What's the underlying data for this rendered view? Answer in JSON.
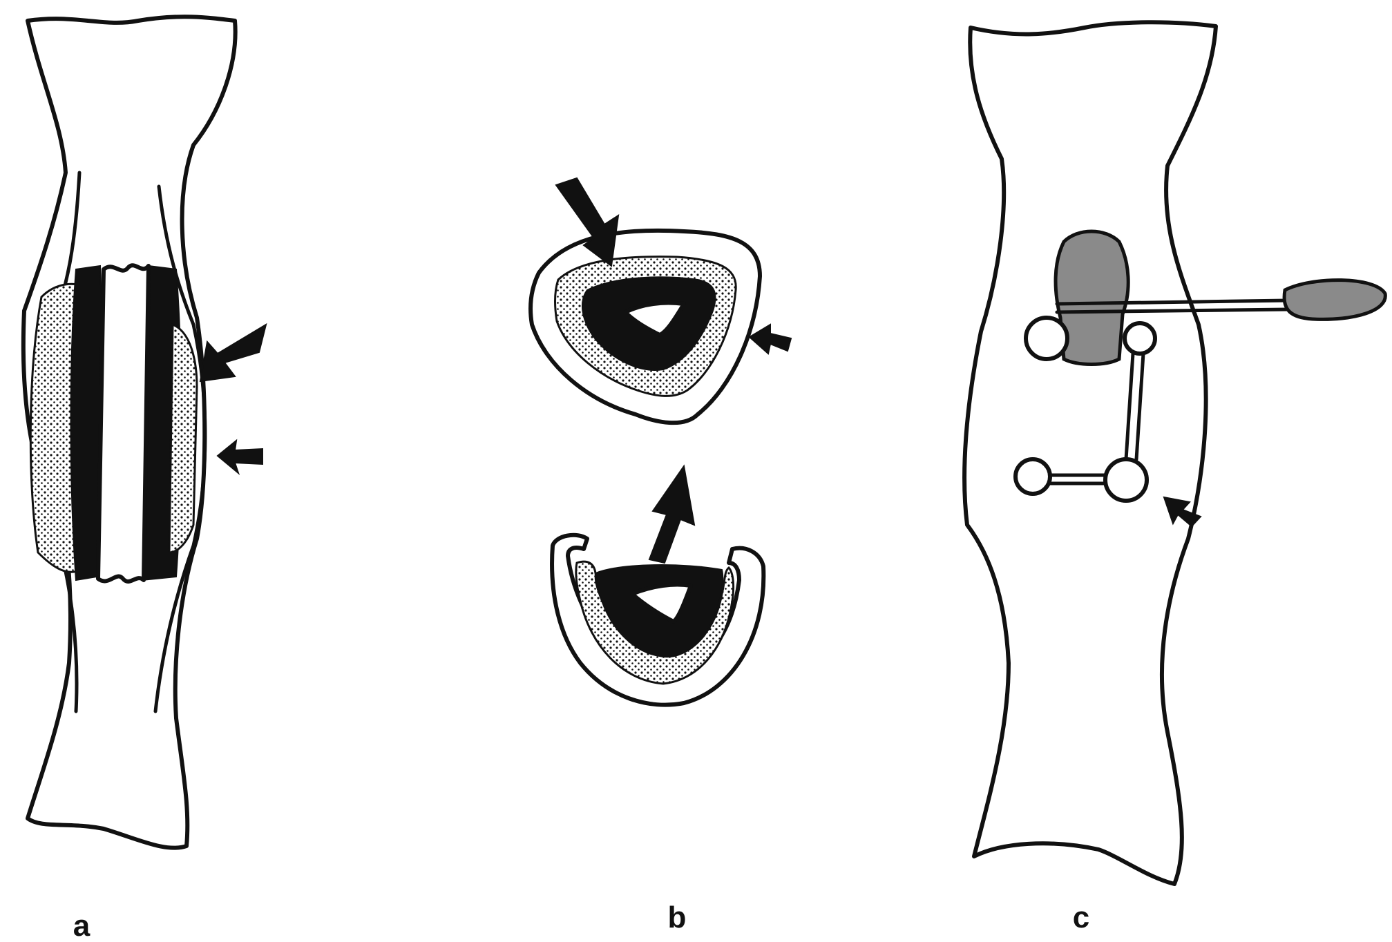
{
  "panels": [
    {
      "id": "a",
      "label": "a"
    },
    {
      "id": "b",
      "label": "b"
    },
    {
      "id": "c",
      "label": "c"
    }
  ],
  "colors": {
    "ink": "#111111",
    "paper": "#ffffff",
    "shading": "#8a8a8a"
  }
}
